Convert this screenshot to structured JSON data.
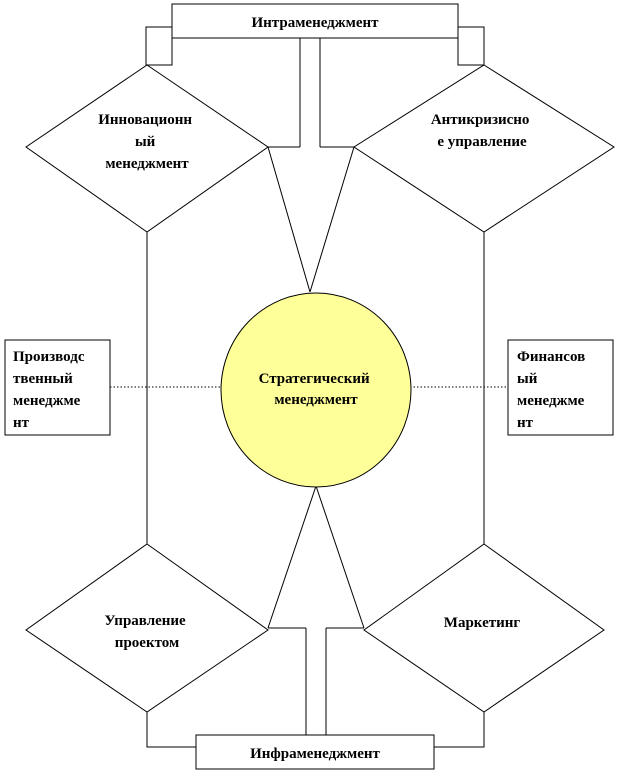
{
  "nodes": {
    "intra": {
      "label": "Интраменеджмент"
    },
    "infra": {
      "label": "Инфраменеджмент"
    },
    "innovation": {
      "lines": [
        "Инновационн",
        "ый",
        "менеджмент"
      ]
    },
    "anticrisis": {
      "lines": [
        "Антикризисно",
        "е управление"
      ]
    },
    "production": {
      "lines": [
        "Производс",
        "твенный",
        "менеджме",
        "нт"
      ]
    },
    "financial": {
      "lines": [
        "Финансов",
        "ый",
        "менеджме",
        "нт"
      ]
    },
    "strategic": {
      "lines": [
        "Стратегический",
        "менеджмент"
      ]
    },
    "project": {
      "lines": [
        "Управление",
        "проектом"
      ]
    },
    "marketing": {
      "label": "Маркетинг"
    }
  },
  "colors": {
    "center_fill": "#ffff99",
    "stroke": "#000000",
    "background": "#ffffff"
  }
}
